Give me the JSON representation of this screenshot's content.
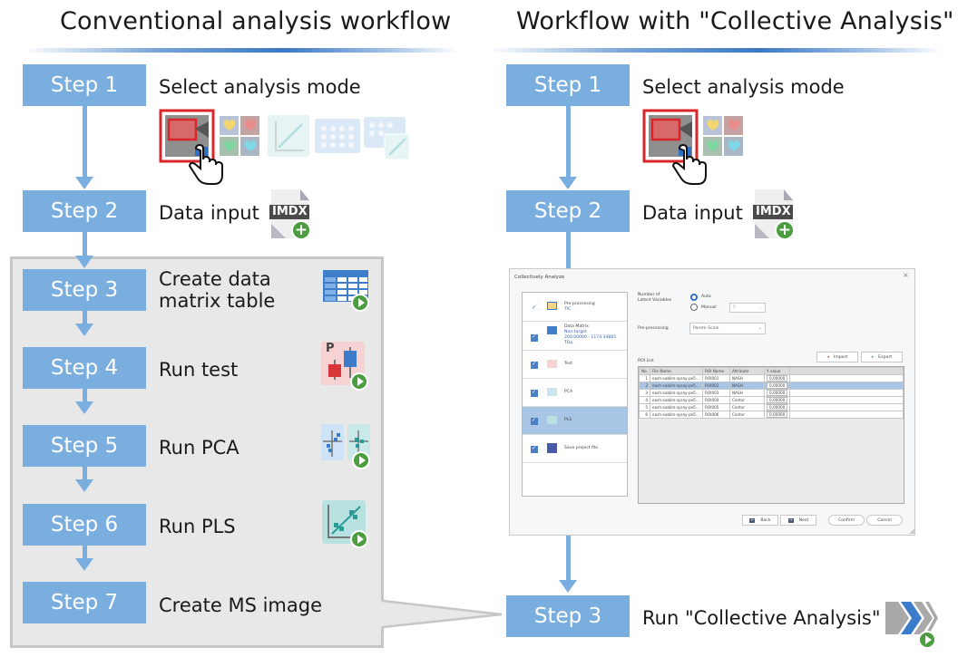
{
  "left": {
    "title": "Conventional analysis workflow",
    "steps": [
      {
        "label": "Step 1",
        "text": "Select analysis mode"
      },
      {
        "label": "Step 2",
        "text": "Data input"
      },
      {
        "label": "Step 3",
        "text": "Create data\nmatrix table",
        "line1": "Create data",
        "line2": "matrix table"
      },
      {
        "label": "Step 4",
        "text": "Run test"
      },
      {
        "label": "Step 5",
        "text": "Run PCA"
      },
      {
        "label": "Step 6",
        "text": "Run PLS"
      },
      {
        "label": "Step 7",
        "text": "Create MS image"
      }
    ],
    "imdx_label": "IMDX",
    "test_icon_letter": "P"
  },
  "right": {
    "title": "Workflow with \"Collective Analysis\"",
    "steps": [
      {
        "label": "Step 1",
        "text": "Select analysis mode"
      },
      {
        "label": "Step 2",
        "text": "Data input"
      },
      {
        "label": "Step 3",
        "text": "Run \"Collective Analysis\""
      }
    ],
    "imdx_label": "IMDX"
  },
  "dialog": {
    "title": "Collectively Analyze",
    "close_glyph": "×",
    "list": [
      {
        "title": "Pre-processing",
        "sub": [
          "TIC"
        ],
        "checked": true,
        "style": "tick"
      },
      {
        "title": "Data Matrix",
        "sub": [
          "Non-target",
          "200.00000 - 1174.34865",
          "TOa"
        ],
        "checked": true
      },
      {
        "title": "Test",
        "sub": [],
        "checked": true
      },
      {
        "title": "PCA",
        "sub": [],
        "checked": true
      },
      {
        "title": "PLS",
        "sub": [],
        "checked": true,
        "selected": true
      },
      {
        "title": "Save project file",
        "sub": [],
        "checked": true
      }
    ],
    "latent_label": "Number of Latent Variables",
    "radio_auto": "Auto",
    "radio_manual": "Manual",
    "manual_value": "5",
    "preproc_label": "Pre-processing",
    "preproc_value": "Pareto Scale",
    "roi_list_label": "ROI List",
    "import_label": "Import",
    "export_label": "Export",
    "columns": [
      "No.",
      "File Name",
      "ROI Name",
      "Attribute",
      "Y value"
    ],
    "rows": [
      {
        "no": "1",
        "file": "eash-sublim-spray-pe5...",
        "roi": "ROI001",
        "attr": "NASH",
        "y": "0.00000"
      },
      {
        "no": "2",
        "file": "eash-sublim-spray-pe5...",
        "roi": "ROI002",
        "attr": "NASH",
        "y": "0.00000",
        "selected": true
      },
      {
        "no": "3",
        "file": "eash-sublim-spray-pe5...",
        "roi": "ROI003",
        "attr": "NASH",
        "y": "0.00000"
      },
      {
        "no": "4",
        "file": "eash-sublim-spray-pe5...",
        "roi": "ROI004",
        "attr": "Center",
        "y": "0.00000"
      },
      {
        "no": "5",
        "file": "eash-sublim-spray-pe5...",
        "roi": "ROI005",
        "attr": "Center",
        "y": "0.00000"
      },
      {
        "no": "6",
        "file": "eash-sublim-spray-pe5...",
        "roi": "ROI006",
        "attr": "Center",
        "y": "0.00000"
      }
    ],
    "back_label": "Back",
    "next_label": "Next",
    "confirm_label": "Confirm",
    "cancel_label": "Cancel"
  },
  "colors": {
    "step_fill": "#7aaedf",
    "highlight_red": "#d9262b",
    "play_green": "#4b9d3f",
    "gray_box": "#e8e8e8"
  }
}
